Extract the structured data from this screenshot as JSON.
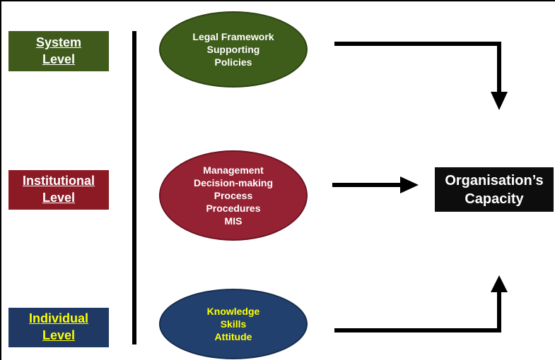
{
  "levels": {
    "system": {
      "line1": "System",
      "line2": "Level"
    },
    "institutional": {
      "line1": "Institutional",
      "line2": "Level"
    },
    "individual": {
      "line1": "Individual",
      "line2": "Level"
    }
  },
  "elements": {
    "system": [
      "Legal Framework",
      "Supporting",
      "Policies"
    ],
    "institutional": [
      "Management",
      "Decision-making",
      "Process",
      "Procedures",
      "MIS"
    ],
    "individual": [
      "Knowledge",
      "Skills",
      "Attitude"
    ]
  },
  "outcome": {
    "line1": "Organisation’s",
    "line2": "Capacity"
  },
  "colors": {
    "system": "#3f5a1b",
    "institutional": "#8b1a24",
    "individual": "#1f3864",
    "individual_text": "#ffff00",
    "outcome": "#0d0d0d"
  }
}
